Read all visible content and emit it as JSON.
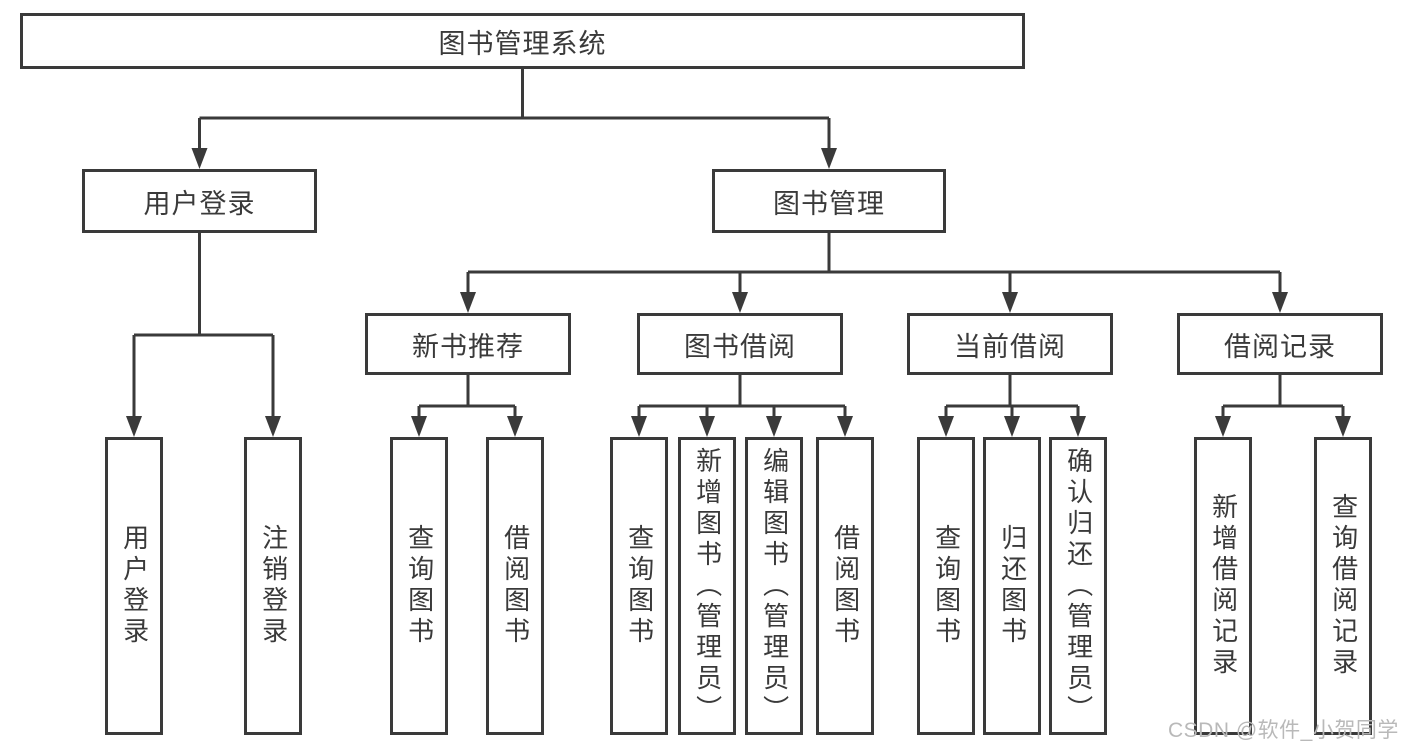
{
  "diagram": {
    "title": "图书管理系统",
    "colors": {
      "line": "#3a3a3a",
      "box_border": "#3a3a3a",
      "text": "#3a3a3a",
      "background": "#ffffff",
      "watermark": "#b9b9b9"
    },
    "tree": {
      "root": {
        "label": "图书管理系统",
        "children": [
          {
            "label": "用户登录",
            "children": [
              {
                "label": "用户登录"
              },
              {
                "label": "注销登录"
              }
            ]
          },
          {
            "label": "图书管理",
            "children": [
              {
                "label": "新书推荐",
                "children": [
                  {
                    "label": "查询图书"
                  },
                  {
                    "label": "借阅图书"
                  }
                ]
              },
              {
                "label": "图书借阅",
                "children": [
                  {
                    "label": "查询图书"
                  },
                  {
                    "label": "新增图书（管理员）"
                  },
                  {
                    "label": "编辑图书（管理员）"
                  },
                  {
                    "label": "借阅图书"
                  }
                ]
              },
              {
                "label": "当前借阅",
                "children": [
                  {
                    "label": "查询图书"
                  },
                  {
                    "label": "归还图书"
                  },
                  {
                    "label": "确认归还（管理员）"
                  }
                ]
              },
              {
                "label": "借阅记录",
                "children": [
                  {
                    "label": "新增借阅记录"
                  },
                  {
                    "label": "查询借阅记录"
                  }
                ]
              }
            ]
          }
        ]
      }
    },
    "watermark": {
      "text": "CSDN @软件_小贺同学"
    }
  }
}
